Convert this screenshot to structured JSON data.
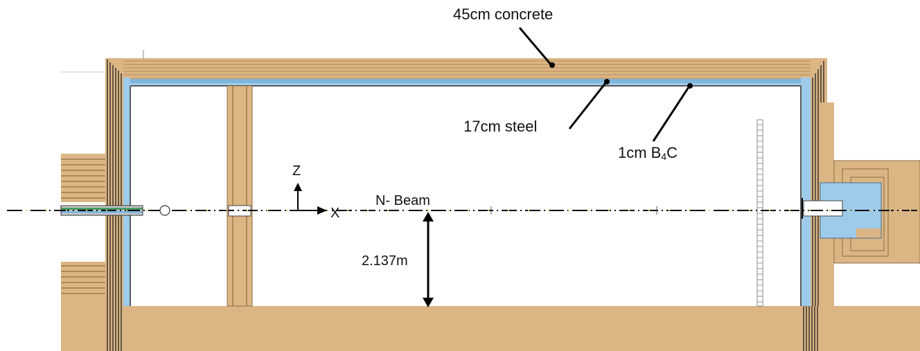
{
  "labels": {
    "concrete": "45cm concrete",
    "steel": "17cm steel",
    "b4c_prefix": "1cm B",
    "b4c_sub": "4",
    "b4c_suffix": "C",
    "axis_z": "Z",
    "axis_x": "X",
    "beam": "N- Beam",
    "height": "2.137m"
  },
  "colors": {
    "concrete": "#dcb585",
    "concrete_dark": "#b58c5c",
    "b4c": "#9ecbea",
    "steel_gray": "#7a7a7a",
    "beamline": "#000000",
    "beam_dots": "#d8d26a"
  }
}
